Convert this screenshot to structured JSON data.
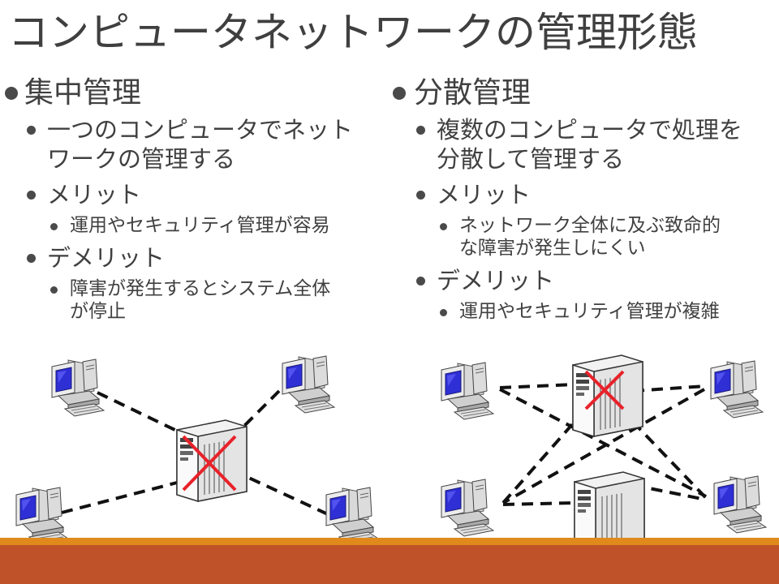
{
  "title": "コンピュータネットワークの管理形態",
  "left": {
    "heading": "集中管理",
    "desc": [
      "一つのコンピュータでネット",
      "ワークの管理する"
    ],
    "merit_label": "メリット",
    "merit": [
      "運用やセキュリティ管理が容易"
    ],
    "demerit_label": "デメリット",
    "demerit": [
      "障害が発生するとシステム全体",
      "が停止"
    ]
  },
  "right": {
    "heading": "分散管理",
    "desc": [
      "複数のコンピュータで処理を",
      "分散して管理する"
    ],
    "merit_label": "メリット",
    "merit": [
      "ネットワーク全体に及ぶ致命的",
      "な障害が発生しにくい"
    ],
    "demerit_label": "デメリット",
    "demerit": [
      "運用やセキュリティ管理が複雑"
    ]
  },
  "colors": {
    "accent_orange": "#e08a1e",
    "accent_red": "#bf5228",
    "failure_mark": "#e8222a"
  },
  "icons": [
    "desktop-computer-icon",
    "server-tower-icon",
    "failure-x-mark"
  ]
}
